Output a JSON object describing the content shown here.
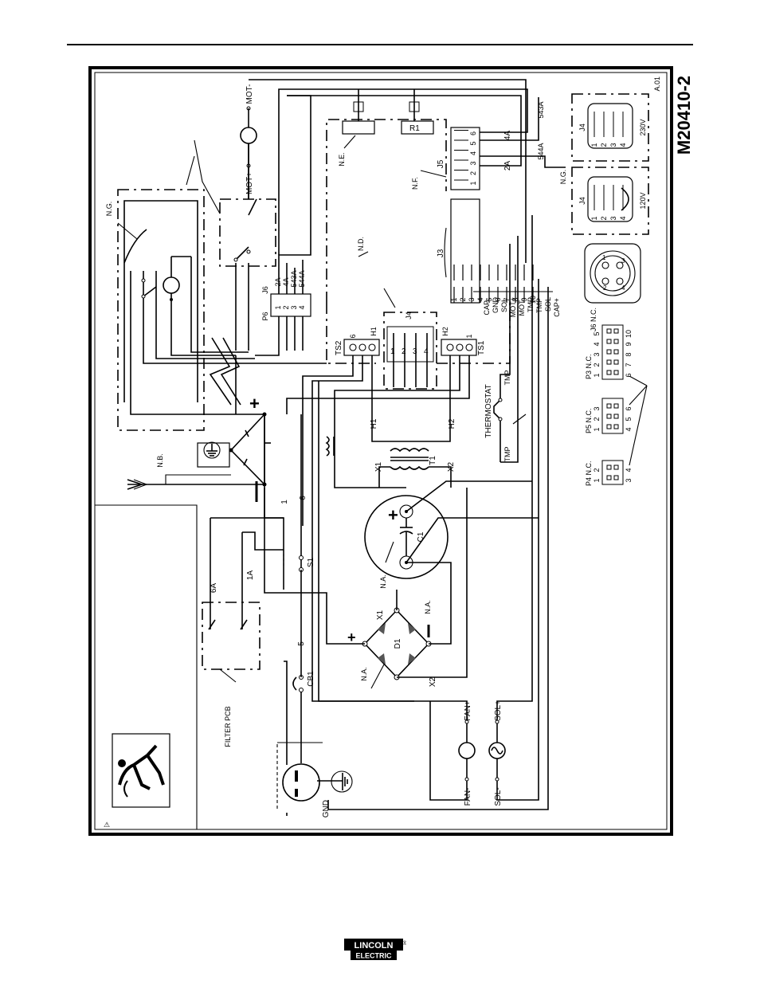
{
  "drawing_number": "M20410-2",
  "revision": "A.01",
  "transformer": {
    "name": "T1",
    "leads": [
      "X1",
      "X2",
      "H1",
      "H2"
    ]
  },
  "capacitor": {
    "name": "C1"
  },
  "rectifier": {
    "name": "D1",
    "taps": [
      "X1",
      "X2"
    ]
  },
  "switch": {
    "name": "S1"
  },
  "breaker": {
    "name": "CB1"
  },
  "filter_label": "FILTER PCB",
  "thermostat_label": "THERMOSTAT",
  "fan": {
    "left": "FAN-",
    "right": "FAN+"
  },
  "solenoid": {
    "left": "SOL-",
    "right": "SOL+"
  },
  "motor": {
    "left": "MOT+",
    "right": "MOT-"
  },
  "gnd_label": "GND",
  "notes": {
    "ng": "N.G.",
    "nb": "N.B.",
    "na": "N.A.",
    "nd": "N.D.",
    "ne": "N.E.",
    "nf": "N.F."
  },
  "wires": {
    "w1": "1",
    "w6": "6",
    "w5": "5",
    "w6a": "6A",
    "w1a": "1A",
    "w2a": "2A",
    "w4a": "4A",
    "w543a": "543A",
    "w544a": "544A",
    "tmp": "TMP"
  },
  "pot": "R1",
  "ts1": {
    "name": "TS1",
    "pins": [
      "1",
      "H2"
    ]
  },
  "ts2": {
    "name": "TS2",
    "pins": [
      "6",
      "H1"
    ]
  },
  "j4_center": {
    "name": "J4",
    "pins": [
      "1",
      "2",
      "3",
      "4"
    ]
  },
  "p6": {
    "name": "P6",
    "j": "J6",
    "pins": [
      "1",
      "2",
      "3",
      "4"
    ],
    "wires": [
      "2A",
      "4A",
      "543A",
      "544A"
    ]
  },
  "j5": {
    "name": "J5",
    "pins": [
      "1",
      "2",
      "3",
      "4",
      "5",
      "6"
    ],
    "labels": [
      "2A",
      "4A"
    ]
  },
  "j3": {
    "name": "J3",
    "pins": [
      "1",
      "2",
      "3",
      "4",
      "5",
      "6",
      "7",
      "8",
      "9",
      "10"
    ],
    "labels": [
      "CAP-",
      "GND",
      "SOL",
      "MOT+",
      "MOT-",
      "TMP",
      "TMP",
      "SOL",
      "CAP+"
    ]
  },
  "j4_120": {
    "name": "J4",
    "voltage": "120V",
    "pins": [
      "1",
      "2",
      "3",
      "4"
    ]
  },
  "j4_230": {
    "name": "J4",
    "voltage": "230V",
    "pins": [
      "1",
      "2",
      "3",
      "4"
    ]
  },
  "j6": {
    "name": "J6 N.C.",
    "pins": [
      "1",
      "2",
      "3",
      "4"
    ]
  },
  "p3": {
    "name": "P3 N.C.",
    "top": [
      "1",
      "2",
      "3",
      "4",
      "5"
    ],
    "bottom": [
      "6",
      "7",
      "8",
      "9",
      "10"
    ]
  },
  "p5": {
    "name": "P5 N.C.",
    "top": [
      "1",
      "2",
      "3"
    ],
    "bottom": [
      "4",
      "5",
      "6"
    ]
  },
  "p4": {
    "name": "P4 N.C.",
    "top": [
      "1",
      "2"
    ],
    "bottom": [
      "3",
      "4"
    ]
  },
  "logo": {
    "line1": "LINCOLN",
    "line2": "ELECTRIC",
    "reg": "®"
  }
}
